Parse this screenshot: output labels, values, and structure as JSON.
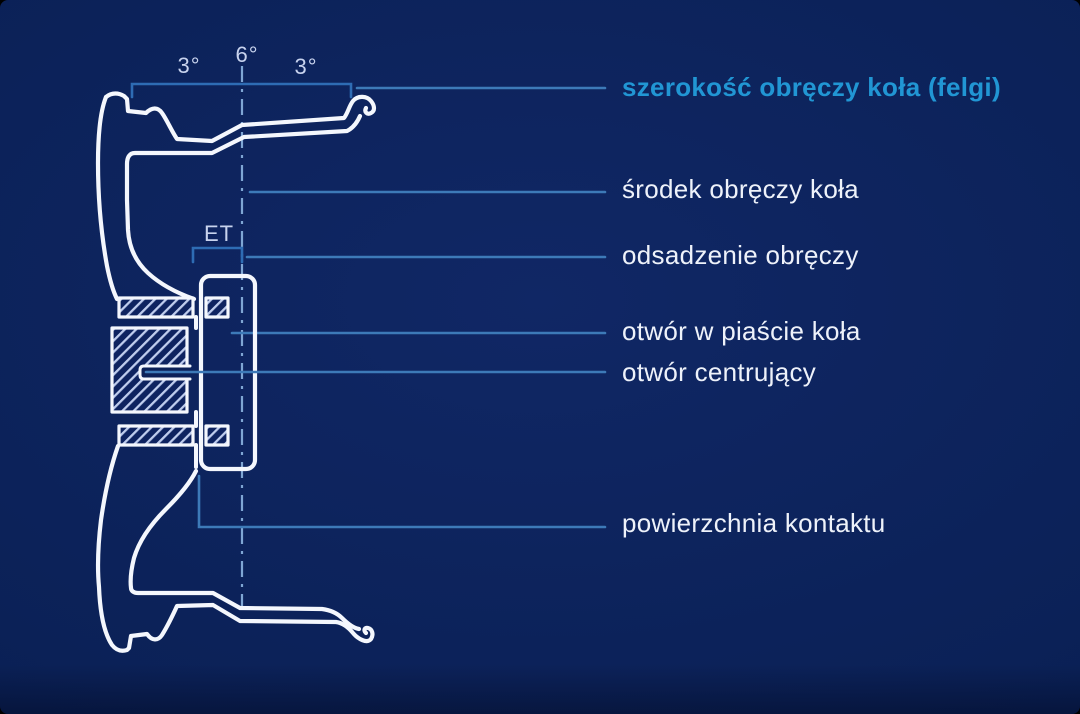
{
  "diagram": {
    "subject": "wheel-rim-cross-section",
    "colors": {
      "background": "#0b2157",
      "outline_white": "#f4f7fd",
      "dimension_blue": "#3d7ab8",
      "bracket_blue": "#2e6cb4",
      "centerline_blue": "#7fa6d4",
      "hatch_fill": "#bfcdee",
      "accent_label": "#2196d4",
      "label_text": "#eef2fa",
      "angle_text": "#c8d3ee"
    },
    "annotations": {
      "angle_left": "3°",
      "angle_center": "6°",
      "angle_right": "3°",
      "offset": "ET"
    },
    "labels": {
      "rim_width": "szerokość obręczy koła (felgi)",
      "rim_center": "środek obręczy koła",
      "rim_offset": "odsadzenie obręczy",
      "hub_hole": "otwór w piaście koła",
      "center_bore": "otwór centrujący",
      "contact_surface": "powierzchnia kontaktu"
    }
  }
}
